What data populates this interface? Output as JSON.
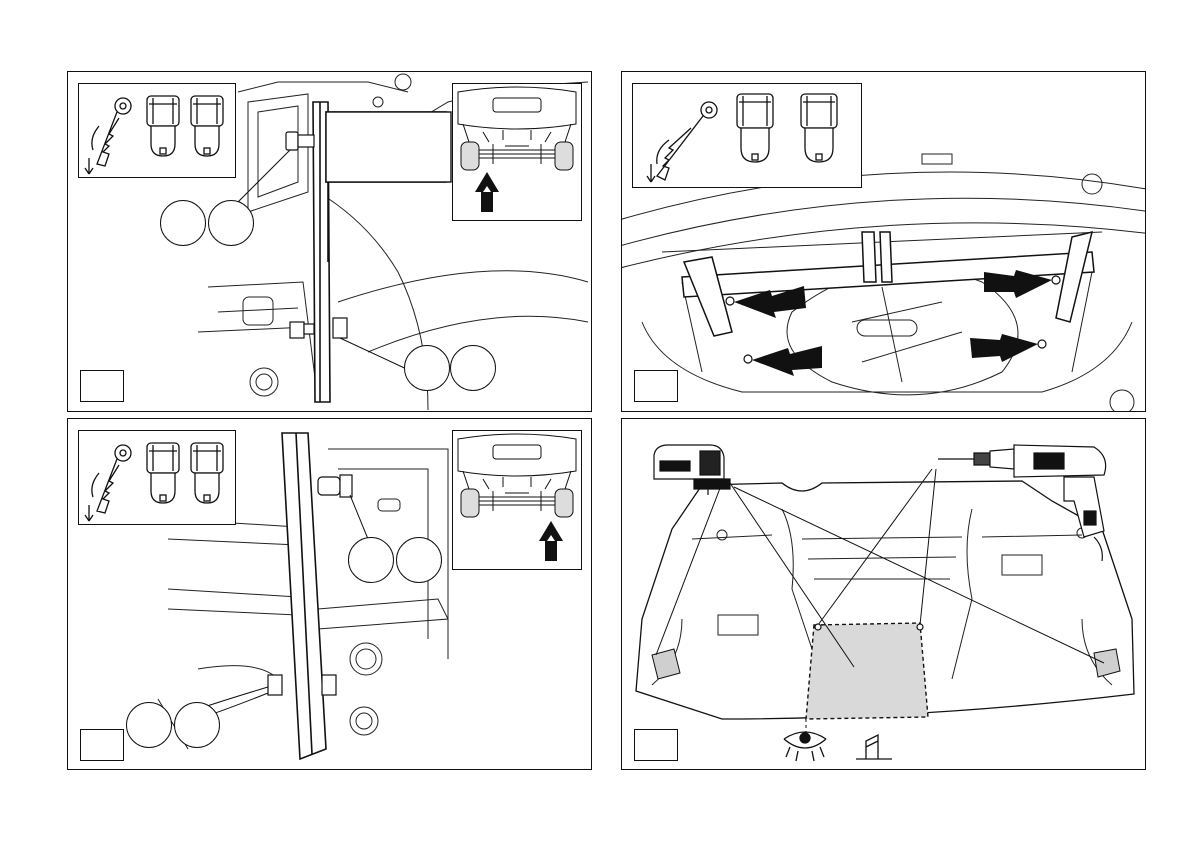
{
  "document": {
    "type": "installation-instruction-sheet",
    "panels": [
      {
        "id": "panel-1",
        "tools": [
          "ratchet-wrench-icon",
          "socket-icon",
          "socket-icon"
        ],
        "view_indicator": "arrow-up-icon"
      },
      {
        "id": "panel-2",
        "tools": [
          "ratchet-wrench-icon",
          "socket-icon",
          "socket-icon"
        ]
      },
      {
        "id": "panel-3",
        "tools": [
          "ratchet-wrench-icon",
          "socket-icon",
          "socket-icon"
        ],
        "view_indicator": "arrow-up-icon"
      },
      {
        "id": "panel-4",
        "tools": [
          "jigsaw-icon",
          "drill-icon"
        ],
        "symbols": [
          "eye-icon",
          "edge-cut-icon"
        ]
      }
    ]
  },
  "colors": {
    "line": "#111111",
    "cut_area": "#d9d9d9",
    "background": "#ffffff"
  }
}
